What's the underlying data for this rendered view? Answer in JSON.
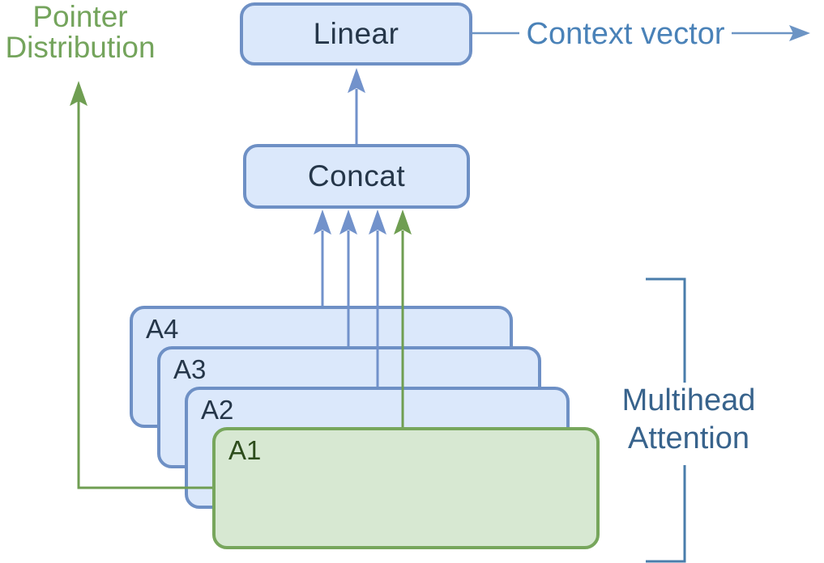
{
  "diagram": {
    "title_semantic": "Multihead attention with pointer distribution",
    "pointer_distribution_label": "Pointer\nDistribution",
    "linear_label": "Linear",
    "concat_label": "Concat",
    "context_vector_label": "Context vector",
    "multihead_label": "Multihead\nAttention",
    "heads": [
      {
        "label": "A4",
        "style": "blue"
      },
      {
        "label": "A3",
        "style": "blue"
      },
      {
        "label": "A2",
        "style": "blue"
      },
      {
        "label": "A1",
        "style": "green"
      }
    ],
    "colors": {
      "blue_box_fill": "#dbe8fb",
      "blue_box_stroke": "#6e90c5",
      "green_box_fill": "#d7e8d2",
      "green_box_stroke": "#77a65c",
      "arrow_blue": "#7292cb",
      "arrow_green": "#6f9e52",
      "bracket_blue": "#4a7dab",
      "box_text_dark": "#253649",
      "green_text_dark": "#2d4c1c",
      "pointer_text_green": "#74a45c",
      "context_text_blue": "#4a82b8",
      "multihead_text_blue": "#38638c"
    }
  }
}
